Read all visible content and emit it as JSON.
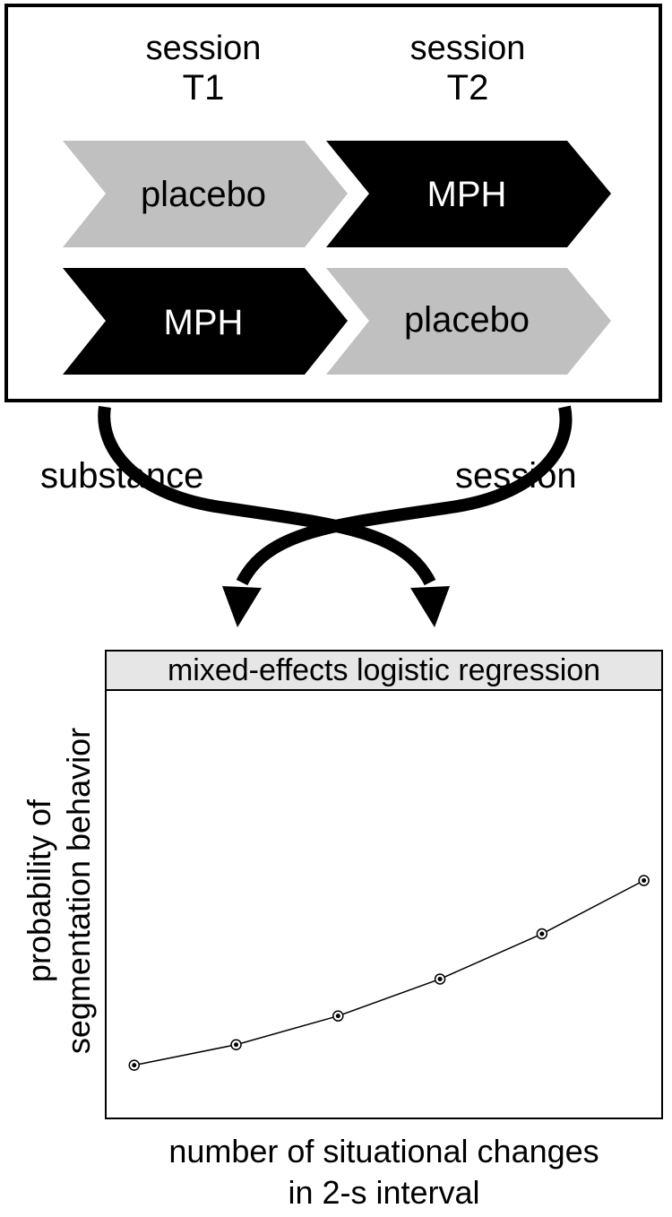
{
  "design": {
    "sessions": [
      {
        "line1": "session",
        "line2": "T1"
      },
      {
        "line1": "session",
        "line2": "T2"
      }
    ],
    "rows": [
      [
        {
          "label": "placebo",
          "color": "#c0c0c0",
          "text_color": "#000000"
        },
        {
          "label": "MPH",
          "color": "#000000",
          "text_color": "#ffffff"
        }
      ],
      [
        {
          "label": "MPH",
          "color": "#000000",
          "text_color": "#ffffff"
        },
        {
          "label": "placebo",
          "color": "#c0c0c0",
          "text_color": "#000000"
        }
      ]
    ]
  },
  "factors": {
    "left": "substance",
    "right": "session"
  },
  "model": {
    "title": "mixed-effects logistic regression",
    "ylabel_line1": "probability of",
    "ylabel_line2": "segmentation behavior",
    "xlabel_line1": "number of situational changes",
    "xlabel_line2": "in 2-s interval"
  },
  "chart_data": {
    "type": "line",
    "x": [
      1,
      2,
      3,
      4,
      5,
      6
    ],
    "y": [
      0.11,
      0.16,
      0.23,
      0.32,
      0.43,
      0.56
    ],
    "xlabel": "number of situational changes in 2-s interval",
    "ylabel": "probability of segmentation behavior",
    "xlim": [
      0.8,
      6.1
    ],
    "ylim": [
      0,
      1
    ],
    "grid": false,
    "title": "mixed-effects logistic regression"
  },
  "colors": {
    "placebo": "#c0c0c0",
    "mph": "#000000",
    "title_bg": "#e6e6e6"
  }
}
